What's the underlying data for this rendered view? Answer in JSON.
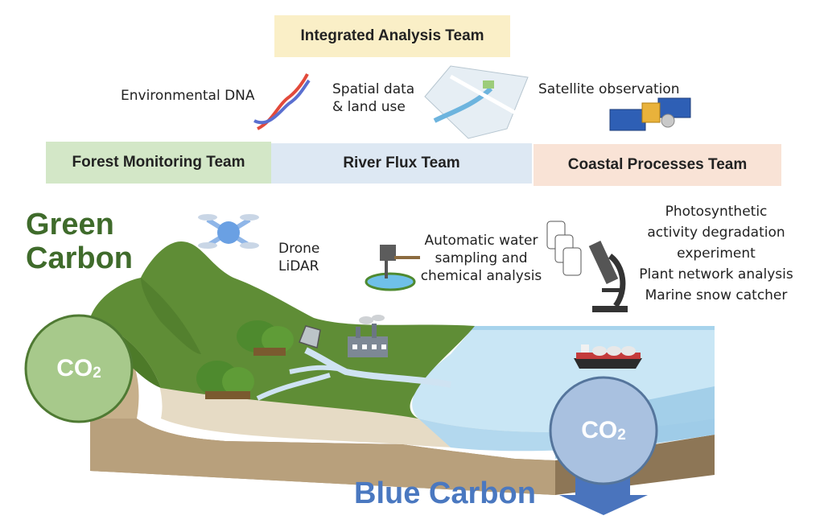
{
  "teams": {
    "integrated": "Integrated Analysis Team",
    "forest": "Forest Monitoring Team",
    "river": "River Flux Team",
    "coastal": "Coastal Processes Team"
  },
  "methods": {
    "edna": "Environmental DNA",
    "spatial_1": "Spatial data",
    "spatial_2": "& land use",
    "satellite": "Satellite observation",
    "drone_1": "Drone",
    "drone_2": "LiDAR",
    "water_1": "Automatic water",
    "water_2": "sampling and",
    "water_3": "chemical analysis",
    "coastal_1": "Photosynthetic",
    "coastal_2": "activity degradation",
    "coastal_3": "experiment",
    "coastal_4": "Plant network analysis",
    "coastal_5": "Marine snow catcher"
  },
  "carbon": {
    "green_1": "Green",
    "green_2": "Carbon",
    "blue": "Blue Carbon",
    "co2_main": "CO",
    "co2_sub": "2"
  },
  "colors": {
    "integrated_bg": "#faefc7",
    "forest_bg": "#d3e7c7",
    "river_bg": "#dde8f3",
    "coastal_bg": "#f9e3d6",
    "green_carbon": "#3f6b2b",
    "blue_carbon": "#4a78c0",
    "land": "#5e8c35",
    "soil": "#b79f78",
    "sea": "#bfe0f2",
    "co2_green": "#a7c98b",
    "co2_blue": "#a9c1e0",
    "arrow": "#4a74bd"
  },
  "icons": [
    "dna-icon",
    "map-icon",
    "satellite-icon",
    "drone-icon",
    "water-sampler-icon",
    "bottles-icon",
    "microscope-icon",
    "tree-icon",
    "factory-icon",
    "ship-icon",
    "bucket-icon"
  ]
}
